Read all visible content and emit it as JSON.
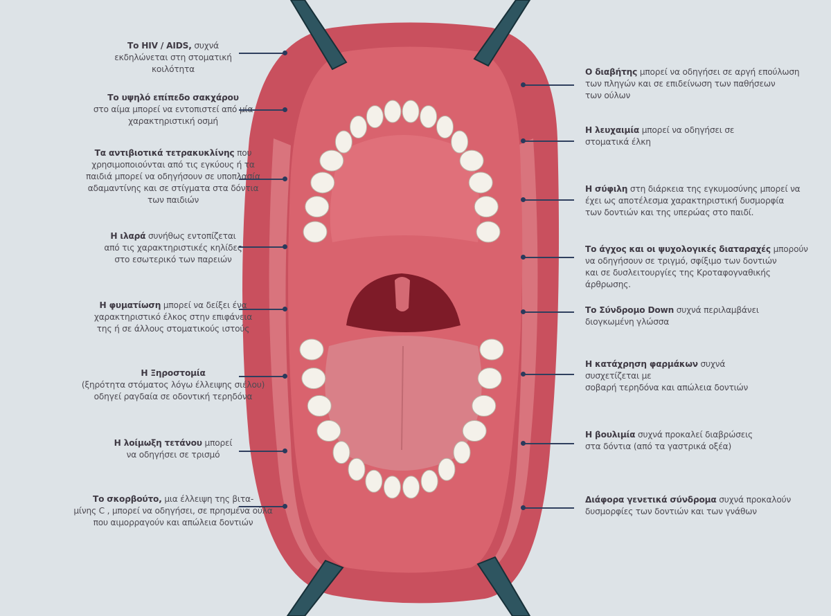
{
  "colors": {
    "background": "#dde3e7",
    "lip": "#c9505e",
    "cavity": "#dc6a74",
    "throat": "#7e1b28",
    "tongue": "#d98088",
    "tooth": "#f4f1ea",
    "leader": "#2f3f5e"
  },
  "left_labels": [
    {
      "bold": "Το HIV / AIDS,",
      "lines": [
        "Το HIV / AIDS, συχνά",
        "εκδηλώνεται στη στοματική",
        "κοιλότητα"
      ]
    },
    {
      "bold": "Το υψηλό επίπεδο σακχάρου",
      "lines": [
        "Το υψηλό επίπεδο σακχάρου",
        "στο αίμα μπορεί να εντοπιστεί από μία",
        "χαρακτηριστική  οσμή"
      ]
    },
    {
      "bold": "Τα αντιβιοτικά τετρακυκλίνης",
      "lines": [
        "Τα αντιβιοτικά τετρακυκλίνης  που",
        "χρησιμοποιούνται από τις εγκύους ή τα",
        "παιδιά μπορεί να οδηγήσουν σε  υποπλασία",
        "αδαμαντίνης  και  σε στίγματα στα δόντια",
        "των παιδιών"
      ]
    },
    {
      "bold": "Η ιλαρά",
      "lines": [
        "Η ιλαρά συνήθως εντοπίζεται",
        "από τις χαρακτηριστικές κηλίδες",
        "στο εσωτερικό των παρειών"
      ]
    },
    {
      "bold": "Η φυματίωση",
      "lines": [
        "Η φυματίωση μπορεί να δείξει ένα",
        "χαρακτηριστικό έλκος στην επιφάνεια",
        "της ή σε άλλους στοματικούς  ιστούς"
      ]
    },
    {
      "bold": "Η Ξηροστομία",
      "lines": [
        "Η Ξηροστομία",
        "(ξηρότητα στόματος λόγω έλλειψης σιέλου)",
        "οδηγεί  ραγδαία  σε οδοντική τερηδόνα"
      ]
    },
    {
      "bold": "Η λοίμωξη τετάνου",
      "lines": [
        "Η λοίμωξη τετάνου μπορεί",
        "να οδηγήσει σε  τρισμό"
      ]
    },
    {
      "bold": "Το σκορβούτο,",
      "lines": [
        "Το σκορβούτο, μια έλλειψη της βιτα-",
        "μίνης C , μπορεί  να οδηγήσει, σε πρησμένα ούλα",
        "που αιμορραγούν και απώλεια δοντιών"
      ]
    }
  ],
  "right_labels": [
    {
      "bold": "Ο διαβήτης",
      "lines": [
        "Ο διαβήτης μπορεί να οδηγήσει σε αργή επούλωση",
        "των πληγών και σε επιδείνωση των παθήσεων",
        "των ούλων"
      ]
    },
    {
      "bold": "Η λευχαιμία",
      "lines": [
        "Η λευχαιμία μπορεί να οδηγήσει σε",
        "στοματικά έλκη"
      ]
    },
    {
      "bold": "Η σύφιλη",
      "lines": [
        "Η σύφιλη στη διάρκεια της εγκυμοσύνης μπορεί να",
        "έχει ως αποτέλεσμα χαρακτηριστική δυσμορφία",
        "των δοντιών και της υπερώας στο παιδί."
      ]
    },
    {
      "bold": "Το άγχος και οι ψυχολογικές διαταραχές",
      "lines": [
        "Το άγχος και οι ψυχολογικές διαταραχές μπορούν",
        "να οδηγήσουν σε τριγμό, σφίξιμο των δοντιών",
        "και σε δυσλειτουργίες της Κροταφογναθικής",
        "άρθρωσης."
      ]
    },
    {
      "bold": "Το Σύνδρομο Down",
      "lines": [
        "Το Σύνδρομο Down συχνά περιλαμβάνει",
        "διογκωμένη γλώσσα"
      ]
    },
    {
      "bold": "Η κατάχρηση φαρμάκων",
      "lines": [
        "Η κατάχρηση φαρμάκων συχνά",
        "συσχετίζεται με",
        "σοβαρή τερηδόνα και απώλεια δοντιών"
      ]
    },
    {
      "bold": "Η βουλιμία",
      "lines": [
        "Η βουλιμία συχνά προκαλεί διαβρώσεις",
        "στα δόντια (από τα γαστρικά οξέα)"
      ]
    },
    {
      "bold": "Διάφορα γενετικά σύνδρομα",
      "lines": [
        "Διάφορα γενετικά σύνδρομα συχνά προκαλούν",
        "δυσμορφίες των δοντιών και των γνάθων"
      ]
    }
  ]
}
